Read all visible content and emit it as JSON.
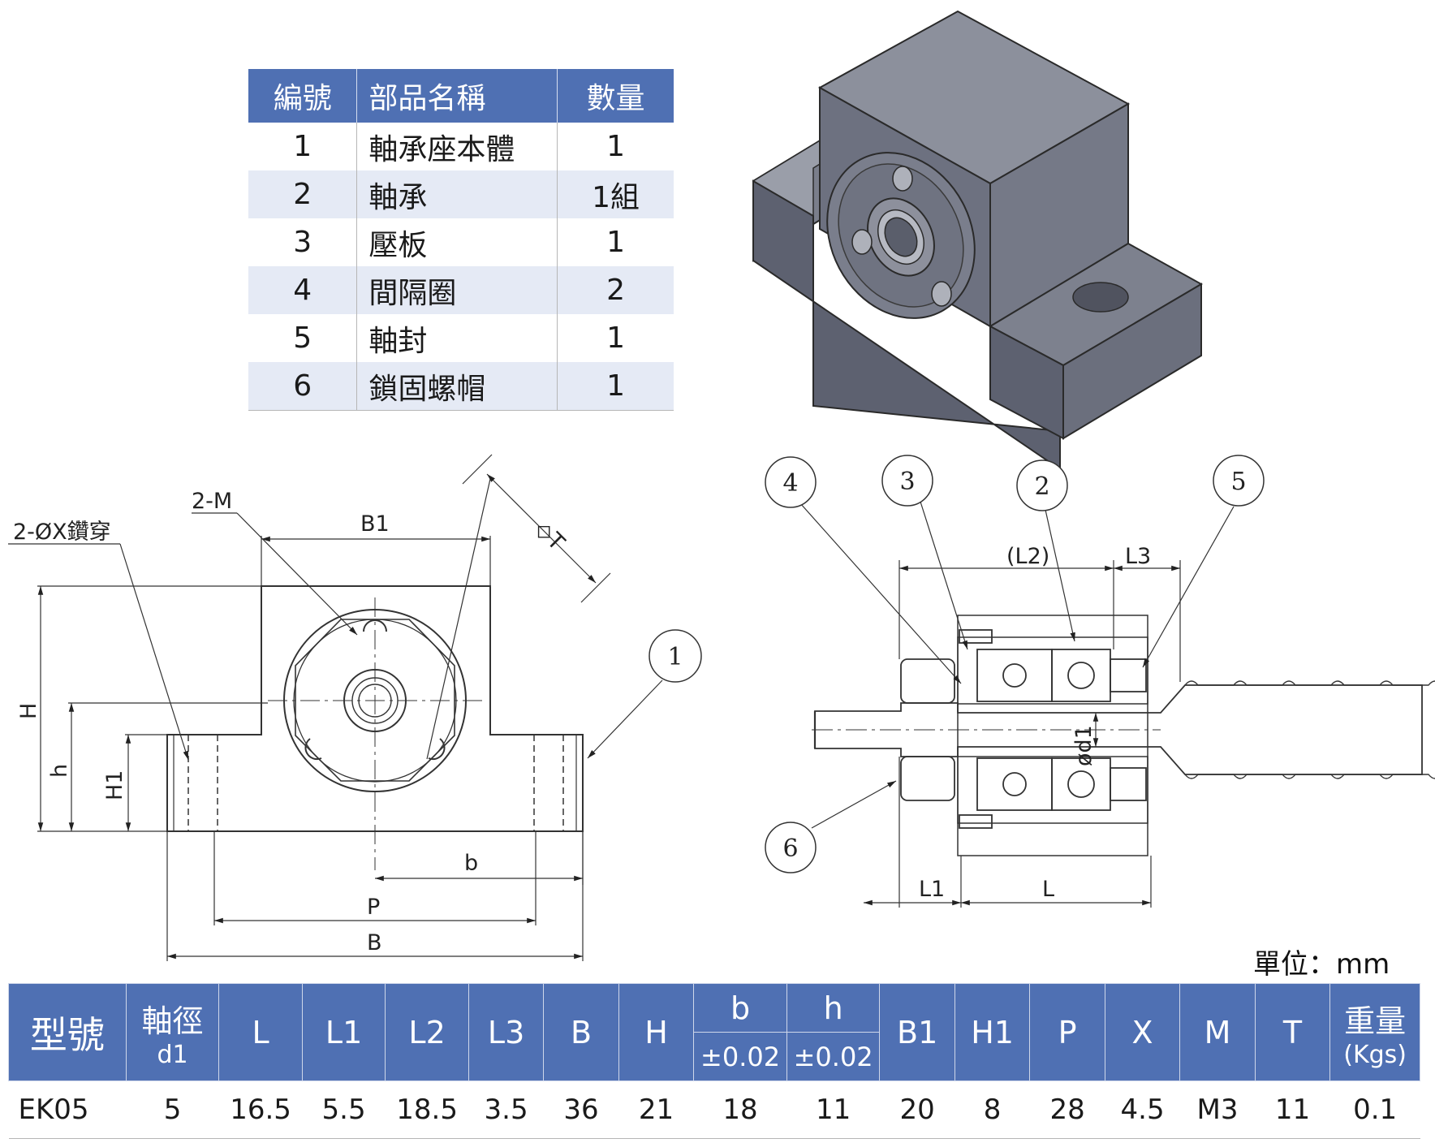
{
  "parts_table": {
    "headers": [
      "編號",
      "部品名稱",
      "數量"
    ],
    "rows": [
      {
        "no": "1",
        "name": "軸承座本體",
        "qty": "1"
      },
      {
        "no": "2",
        "name": "軸承",
        "qty": "1組"
      },
      {
        "no": "3",
        "name": "壓板",
        "qty": "1"
      },
      {
        "no": "4",
        "name": "間隔圈",
        "qty": "2"
      },
      {
        "no": "5",
        "name": "軸封",
        "qty": "1"
      },
      {
        "no": "6",
        "name": "鎖固螺帽",
        "qty": "1"
      }
    ]
  },
  "front_view_labels": {
    "hole": "2-ØX鑽穿",
    "tap": "2-M",
    "B1": "B1",
    "T": "◇T",
    "H": "H",
    "h": "h",
    "H1": "H1",
    "b": "b",
    "P": "P",
    "B": "B",
    "callout_1": "1"
  },
  "section_view_labels": {
    "callouts": [
      "4",
      "3",
      "2",
      "5",
      "6"
    ],
    "L2": "(L2)",
    "L3": "L3",
    "d1": "ød1",
    "L1": "L1",
    "L": "L"
  },
  "unit_text": "單位：mm",
  "spec_table": {
    "headers": {
      "model": "型號",
      "d1_top": "軸徑",
      "d1_bottom": "d1",
      "L": "L",
      "L1": "L1",
      "L2": "L2",
      "L3": "L3",
      "B": "B",
      "H": "H",
      "b_top": "b",
      "b_bottom": "±0.02",
      "h_top": "h",
      "h_bottom": "±0.02",
      "B1": "B1",
      "H1": "H1",
      "P": "P",
      "X": "X",
      "M": "M",
      "T": "T",
      "weight_top": "重量",
      "weight_bottom": "(Kgs)"
    },
    "row": {
      "model": "EK05",
      "d1": "5",
      "L": "16.5",
      "L1": "5.5",
      "L2": "18.5",
      "L3": "3.5",
      "B": "36",
      "H": "21",
      "b": "18",
      "h": "11",
      "B1": "20",
      "H1": "8",
      "P": "28",
      "X": "4.5",
      "M": "M3",
      "T": "11",
      "weight": "0.1"
    }
  },
  "colors": {
    "header_blue": "#4f70b3",
    "stripe": "#e5eaf5",
    "block_gray": "#6e7280"
  }
}
